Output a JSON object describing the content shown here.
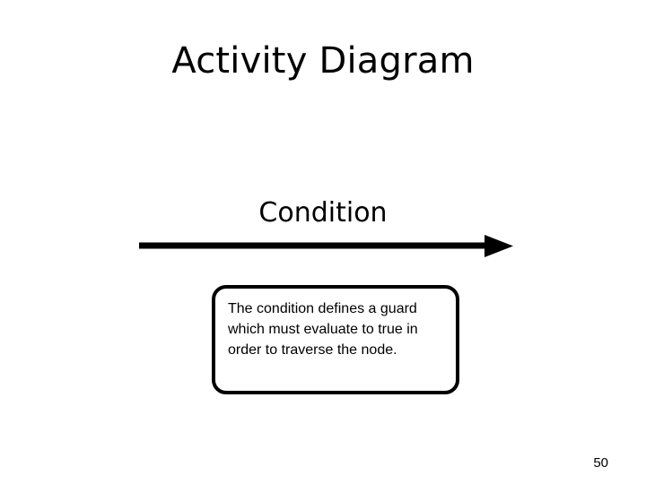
{
  "slide": {
    "title": "Activity Diagram",
    "page_number": "50",
    "background_color": "#ffffff",
    "ink_color": "#000000"
  },
  "diagram": {
    "type": "activity-diagram-fragment",
    "node_label": "Condition",
    "arrow": {
      "name": "transition-arrow",
      "direction": "right",
      "style": "solid-thick-with-filled-head"
    },
    "callout": {
      "text": "The condition defines a guard which must evaluate to true in order to traverse the node.",
      "shape": "rounded-rectangle",
      "border_color": "#000000",
      "fill_color": "#ffffff"
    }
  }
}
